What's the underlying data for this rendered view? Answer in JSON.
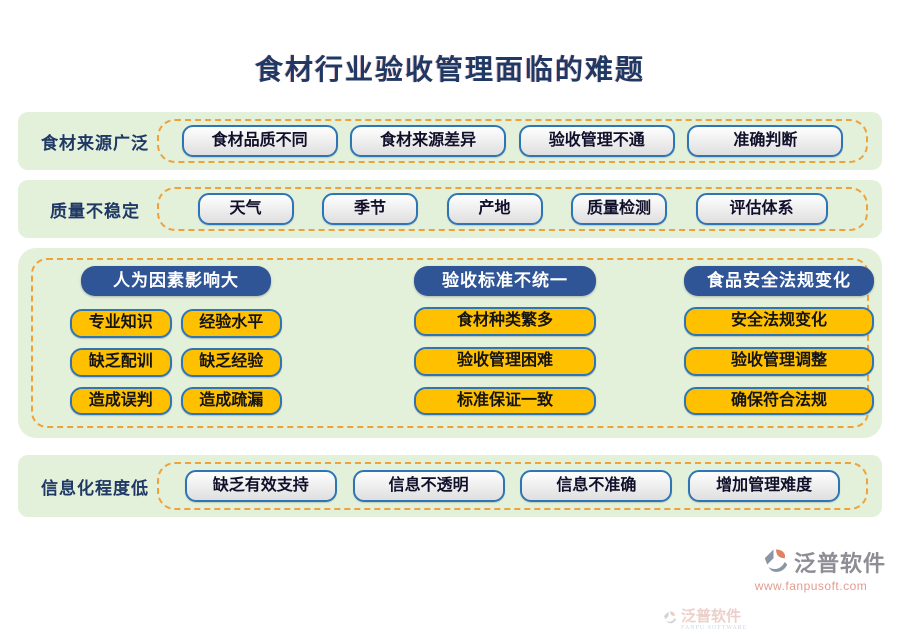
{
  "title": "食材行业验收管理面临的难题",
  "bands": {
    "sources": {
      "label": "食材来源广泛",
      "items": [
        "食材品质不同",
        "食材来源差异",
        "验收管理不通",
        "准确判断"
      ]
    },
    "quality": {
      "label": "质量不稳定",
      "items": [
        "天气",
        "季节",
        "产地",
        "质量检测",
        "评估体系"
      ]
    },
    "info": {
      "label": "信息化程度低",
      "items": [
        "缺乏有效支持",
        "信息不透明",
        "信息不准确",
        "增加管理难度"
      ]
    }
  },
  "panel": {
    "human": {
      "header": "人为因素影响大",
      "items": [
        "专业知识",
        "经验水平",
        "缺乏配训",
        "缺乏经验",
        "造成误判",
        "造成疏漏"
      ]
    },
    "standard": {
      "header": "验收标准不统一",
      "items": [
        "食材种类繁多",
        "验收管理困难",
        "标准保证一致"
      ]
    },
    "law": {
      "header": "食品安全法规变化",
      "items": [
        "安全法规变化",
        "验收管理调整",
        "确保符合法规"
      ]
    }
  },
  "watermark": {
    "name": "泛普软件",
    "sub": "FANPU SOFTWARE"
  },
  "logo": {
    "name": "泛普软件",
    "url": "www.fanpusoft.com"
  },
  "colors": {
    "band_green": "#e3f0da",
    "dashed_orange": "#f0a23a",
    "header_blue": "#2f5597",
    "button_yellow": "#ffc000",
    "border_blue": "#2e75b6",
    "title_navy": "#1f3864",
    "logo_gray": "#8d8d95",
    "logo_salmon": "#e59b8e"
  }
}
